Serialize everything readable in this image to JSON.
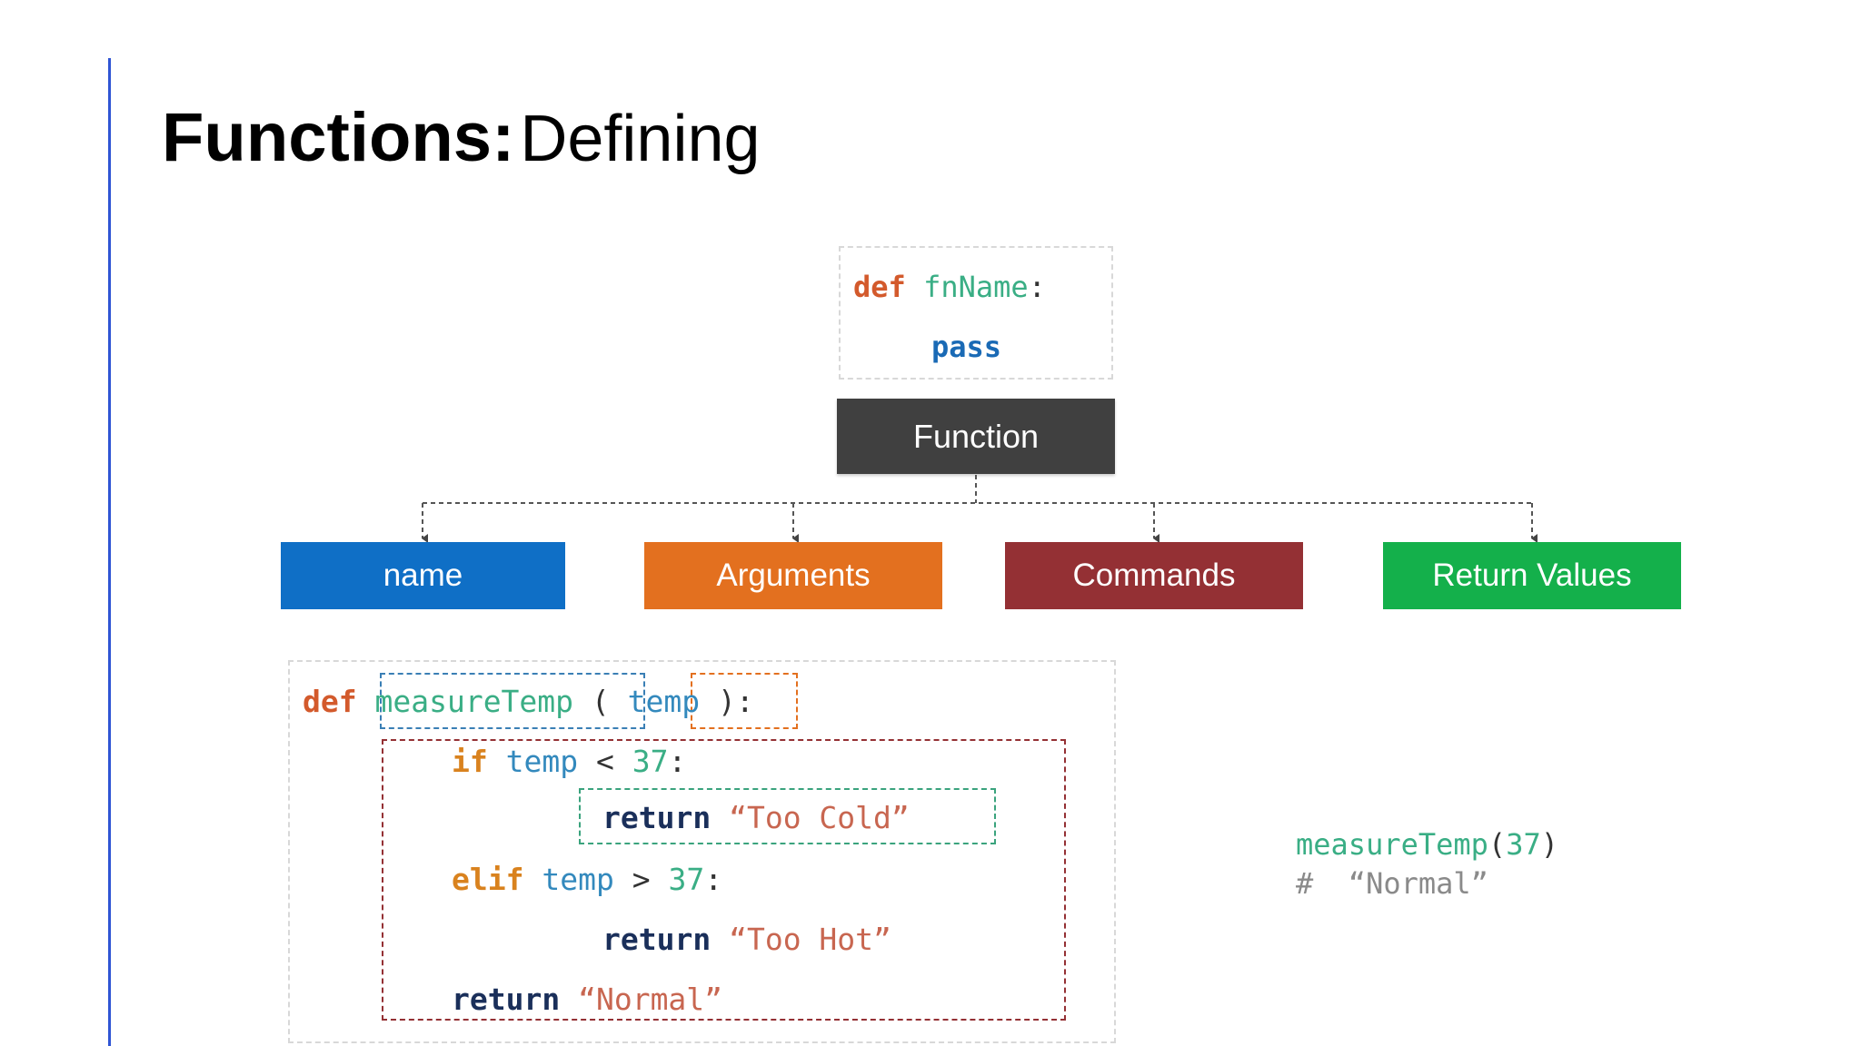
{
  "title": {
    "bold": "Functions:",
    "regular": "Defining"
  },
  "colors": {
    "accent_rule": "#2f55d4",
    "function_box": "#404040",
    "name": "#0f6fc6",
    "arguments": "#e3701f",
    "commands": "#943034",
    "return_values": "#14b04b"
  },
  "def_template": {
    "kw_def": "def",
    "fn_name": "fnName",
    "colon": ":",
    "kw_pass": "pass"
  },
  "function_label": "Function",
  "categories": {
    "name": "name",
    "arguments": "Arguments",
    "commands": "Commands",
    "return_values": "Return Values"
  },
  "code": {
    "def": "def",
    "func": "measureTemp",
    "paren_open": "(",
    "arg": "temp",
    "paren_close": "):",
    "if": "if",
    "if_var": "temp",
    "if_op": "<",
    "if_num": "37",
    "if_colon": ":",
    "ret1_kw": "return",
    "ret1_str": "“Too Cold”",
    "elif": "elif",
    "elif_var": "temp",
    "elif_op": ">",
    "elif_num": "37",
    "elif_colon": ":",
    "ret2_kw": "return",
    "ret2_str": "“Too Hot”",
    "ret3_kw": "return",
    "ret3_str": "“Normal”"
  },
  "example": {
    "call_name": "measureTemp",
    "call_open": "(",
    "call_arg": "37",
    "call_close": ")",
    "comment": "#  “Normal”"
  }
}
